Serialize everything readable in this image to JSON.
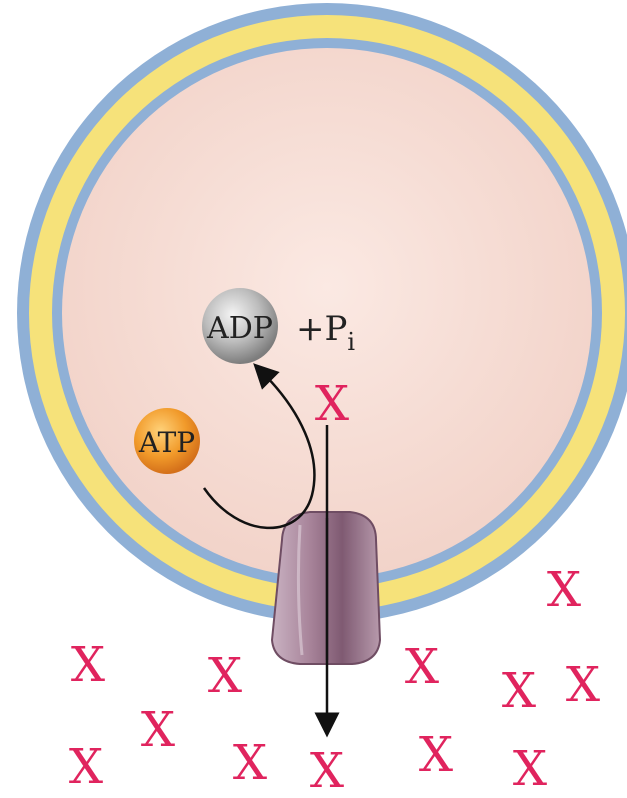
{
  "diagram": {
    "atp_label": "ATP",
    "adp_label": "ADP",
    "phosphate_prefix": "+P",
    "phosphate_subscript": "i",
    "solute_label": "X",
    "colors": {
      "cell_interior": "#f6dcd3",
      "membrane_blue": "#8fb0d6",
      "membrane_yellow": "#f6e27a",
      "solute": "#e0245e",
      "atp": "#f19a2a",
      "adp": "#b9b9b9",
      "pump": "#a8849a",
      "arrow": "#111111"
    },
    "inside_molecules": [
      {
        "id": "x-inside"
      }
    ],
    "outside_molecules": [
      {
        "id": "x-out-1"
      },
      {
        "id": "x-out-2"
      },
      {
        "id": "x-out-3"
      },
      {
        "id": "x-out-4"
      },
      {
        "id": "x-out-5"
      },
      {
        "id": "x-out-6"
      },
      {
        "id": "x-out-7"
      },
      {
        "id": "x-out-8"
      },
      {
        "id": "x-out-9"
      },
      {
        "id": "x-out-10"
      },
      {
        "id": "x-out-11"
      },
      {
        "id": "x-out-12"
      },
      {
        "id": "x-out-13"
      }
    ]
  }
}
